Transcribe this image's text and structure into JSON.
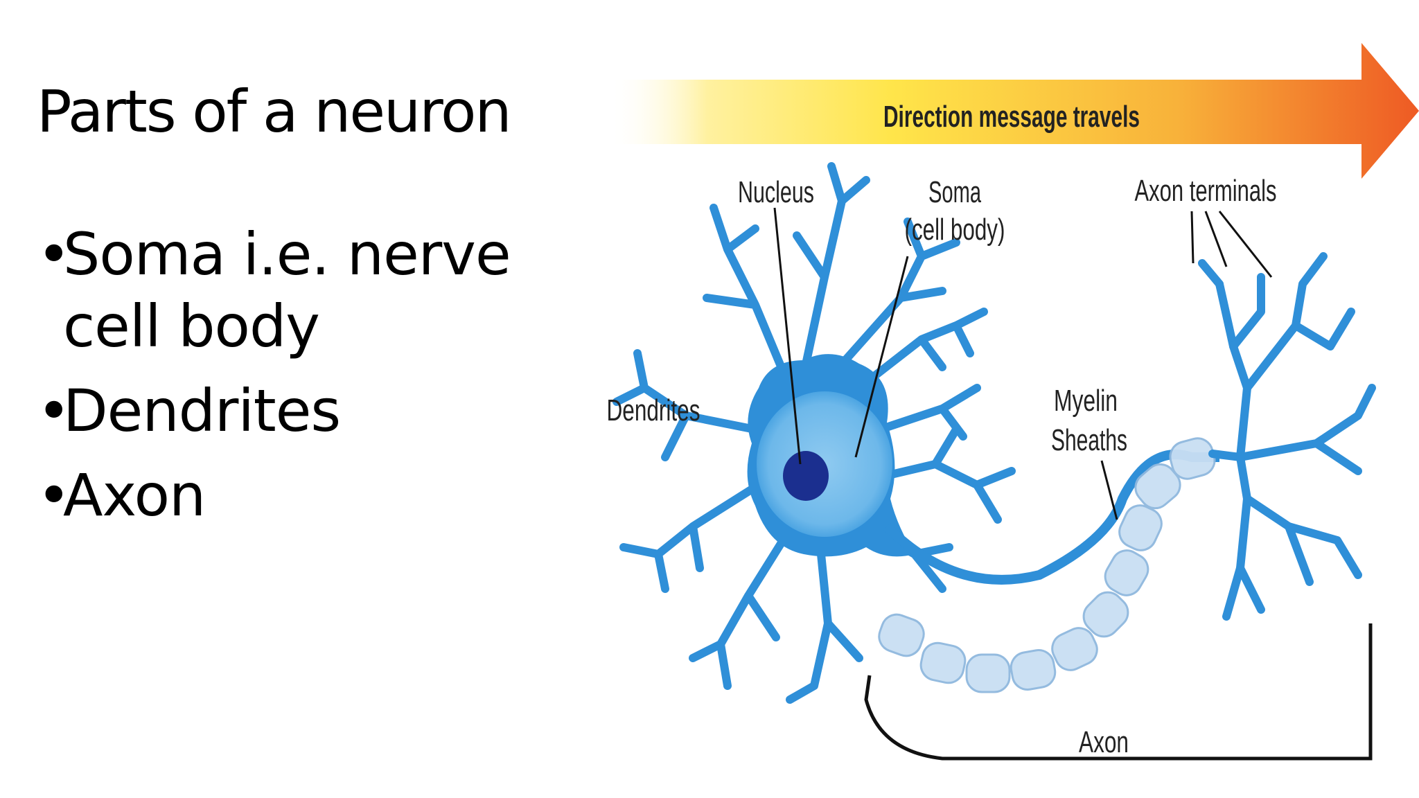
{
  "slide": {
    "title": "Parts of a neuron",
    "bullets": [
      {
        "marker": "•",
        "text": "Soma i.e. nerve cell body"
      },
      {
        "marker": "•",
        "text": "Dendrites"
      },
      {
        "marker": "•",
        "text": "Axon"
      }
    ]
  },
  "diagram": {
    "arrow_label": "Direction message travels",
    "labels": {
      "nucleus": "Nucleus",
      "soma_line1": "Soma",
      "soma_line2": "(cell body)",
      "axon_terminals": "Axon terminals",
      "dendrites": "Dendrites",
      "myelin_line1": "Myelin",
      "myelin_line2": "Sheaths",
      "axon": "Axon"
    },
    "colors": {
      "neuron_blue": "#2f8fd8",
      "soma_light": "#7cc1ec",
      "nucleus": "#1b2f8f",
      "myelin": "#c9dff3",
      "arrow_start": "#ffe65a",
      "arrow_end": "#ee5a24"
    }
  }
}
